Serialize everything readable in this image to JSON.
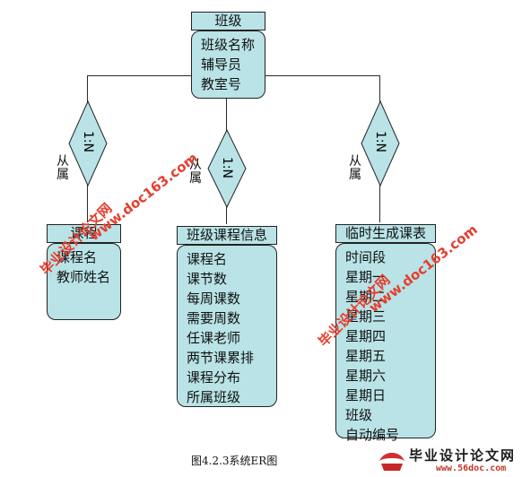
{
  "entities": {
    "class": {
      "title": "班级",
      "attrs": [
        "班级名称",
        "辅导员",
        "教室号"
      ]
    },
    "course": {
      "title": "课程",
      "attrs": [
        "课程名",
        "教师姓名"
      ]
    },
    "class_course": {
      "title": "班级课程信息",
      "attrs": [
        "课程名",
        "课节数",
        "每周课数",
        "需要周数",
        "任课老师",
        "两节课累排",
        "课程分布",
        "所属班级"
      ]
    },
    "temp_schedule": {
      "title": "临时生成课表",
      "attrs": [
        "时间段",
        "星期一",
        "星期二",
        "星期三",
        "星期四",
        "星期五",
        "星期六",
        "星期日",
        "班级",
        "自动编号"
      ]
    }
  },
  "relations": {
    "left": {
      "cardinality": "1:N",
      "label": "从属"
    },
    "middle": {
      "cardinality": "1:N",
      "label": "从属"
    },
    "right": {
      "cardinality": "1:N",
      "label": "从属"
    }
  },
  "caption": "图4.2.3系统ER图",
  "watermark": {
    "cn": "毕业设计论文网",
    "url": "www.doc163.com"
  },
  "logo": {
    "text": "毕业设计论文网",
    "url": "www.56doc.com"
  },
  "colors": {
    "entity_fill": "#b9e3e6",
    "watermark": "#e53e2e"
  }
}
